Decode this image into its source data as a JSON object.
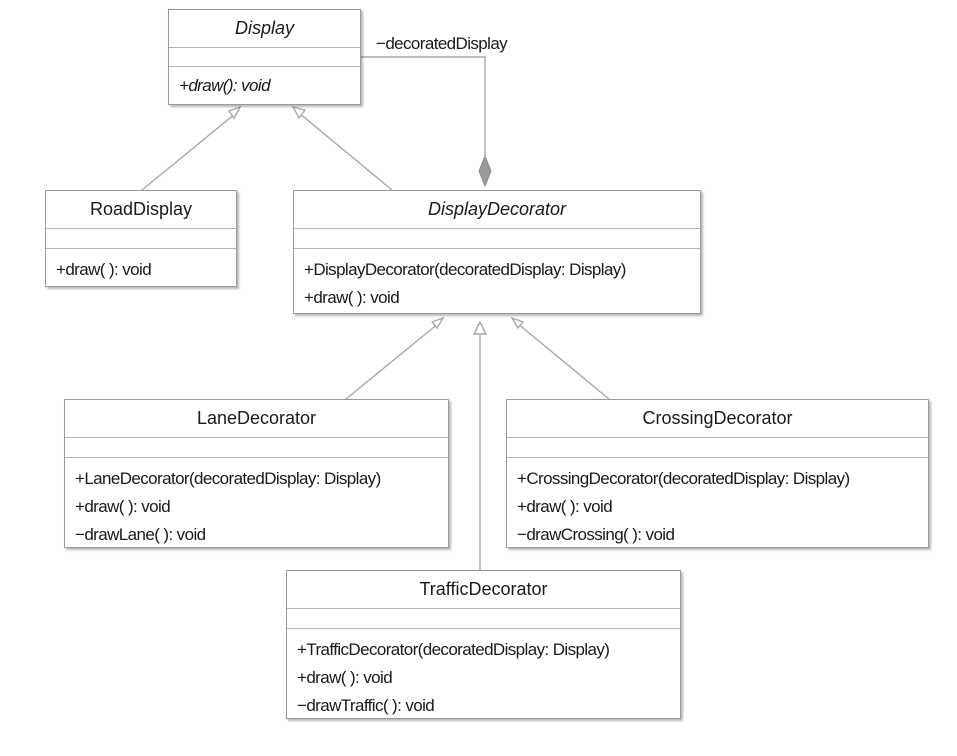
{
  "classes": {
    "display": {
      "name": "Display",
      "operations": [
        "+draw(): void"
      ]
    },
    "road_display": {
      "name": "RoadDisplay",
      "operations": [
        "+draw( ): void"
      ]
    },
    "display_decorator": {
      "name": "DisplayDecorator",
      "operations": [
        "+DisplayDecorator(decoratedDisplay: Display)",
        "+draw( ): void"
      ]
    },
    "lane_decorator": {
      "name": "LaneDecorator",
      "operations": [
        "+LaneDecorator(decoratedDisplay: Display)",
        "+draw( ): void",
        "−drawLane( ): void"
      ]
    },
    "crossing_decorator": {
      "name": "CrossingDecorator",
      "operations": [
        "+CrossingDecorator(decoratedDisplay: Display)",
        "+draw( ): void",
        "−drawCrossing( ): void"
      ]
    },
    "traffic_decorator": {
      "name": "TrafficDecorator",
      "operations": [
        "+TrafficDecorator(decoratedDisplay: Display)",
        "+draw( ): void",
        "−drawTraffic( ): void"
      ]
    }
  },
  "association": {
    "role_label": "−decoratedDisplay"
  },
  "colors": {
    "box_border": "#9a9a9a",
    "edge": "#a8a8a8",
    "diamond_fill": "#9a9a9a",
    "text": "#1a1a1a"
  }
}
